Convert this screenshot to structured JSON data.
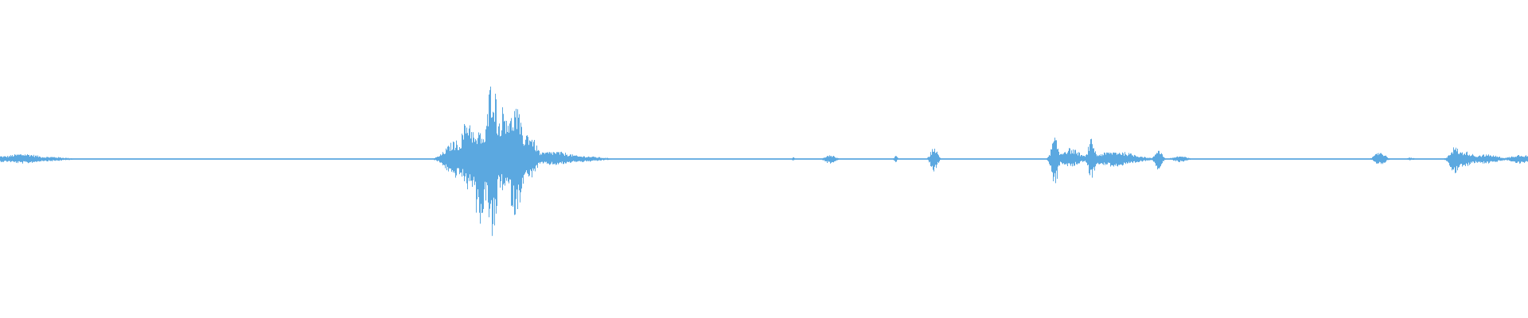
{
  "waveform": {
    "color": "#5ba8e0",
    "baseline_color": "#5ba8e0",
    "amplitude_scale": 1.0,
    "bursts": [
      {
        "t": 0.0,
        "up": 0.02,
        "down": 0.02,
        "width": 0.012
      },
      {
        "t": 0.015,
        "up": 0.035,
        "down": 0.03,
        "width": 0.01
      },
      {
        "t": 0.032,
        "up": 0.015,
        "down": 0.015,
        "width": 0.01
      },
      {
        "t": 0.298,
        "up": 0.12,
        "down": 0.12,
        "width": 0.006
      },
      {
        "t": 0.306,
        "up": 0.27,
        "down": 0.2,
        "width": 0.004
      },
      {
        "t": 0.314,
        "up": 0.18,
        "down": 0.42,
        "width": 0.004
      },
      {
        "t": 0.322,
        "up": 0.56,
        "down": 0.55,
        "width": 0.003
      },
      {
        "t": 0.33,
        "up": 0.35,
        "down": 0.22,
        "width": 0.005
      },
      {
        "t": 0.337,
        "up": 0.35,
        "down": 0.37,
        "width": 0.004
      },
      {
        "t": 0.345,
        "up": 0.18,
        "down": 0.14,
        "width": 0.005
      },
      {
        "t": 0.362,
        "up": 0.05,
        "down": 0.04,
        "width": 0.012
      },
      {
        "t": 0.38,
        "up": 0.02,
        "down": 0.02,
        "width": 0.012
      },
      {
        "t": 0.519,
        "up": 0.012,
        "down": 0.012,
        "width": 0.001
      },
      {
        "t": 0.543,
        "up": 0.03,
        "down": 0.03,
        "width": 0.003
      },
      {
        "t": 0.586,
        "up": 0.022,
        "down": 0.022,
        "width": 0.001
      },
      {
        "t": 0.611,
        "up": 0.08,
        "down": 0.08,
        "width": 0.002
      },
      {
        "t": 0.69,
        "up": 0.14,
        "down": 0.18,
        "width": 0.002
      },
      {
        "t": 0.7,
        "up": 0.07,
        "down": 0.05,
        "width": 0.006
      },
      {
        "t": 0.714,
        "up": 0.13,
        "down": 0.13,
        "width": 0.002
      },
      {
        "t": 0.73,
        "up": 0.05,
        "down": 0.05,
        "width": 0.012
      },
      {
        "t": 0.758,
        "up": 0.07,
        "down": 0.07,
        "width": 0.002
      },
      {
        "t": 0.772,
        "up": 0.02,
        "down": 0.02,
        "width": 0.004
      },
      {
        "t": 0.903,
        "up": 0.05,
        "down": 0.04,
        "width": 0.003
      },
      {
        "t": 0.923,
        "up": 0.01,
        "down": 0.01,
        "width": 0.002
      },
      {
        "t": 0.952,
        "up": 0.08,
        "down": 0.09,
        "width": 0.003
      },
      {
        "t": 0.958,
        "up": 0.05,
        "down": 0.05,
        "width": 0.006
      },
      {
        "t": 0.972,
        "up": 0.03,
        "down": 0.03,
        "width": 0.008
      },
      {
        "t": 0.995,
        "up": 0.03,
        "down": 0.03,
        "width": 0.006
      }
    ]
  }
}
